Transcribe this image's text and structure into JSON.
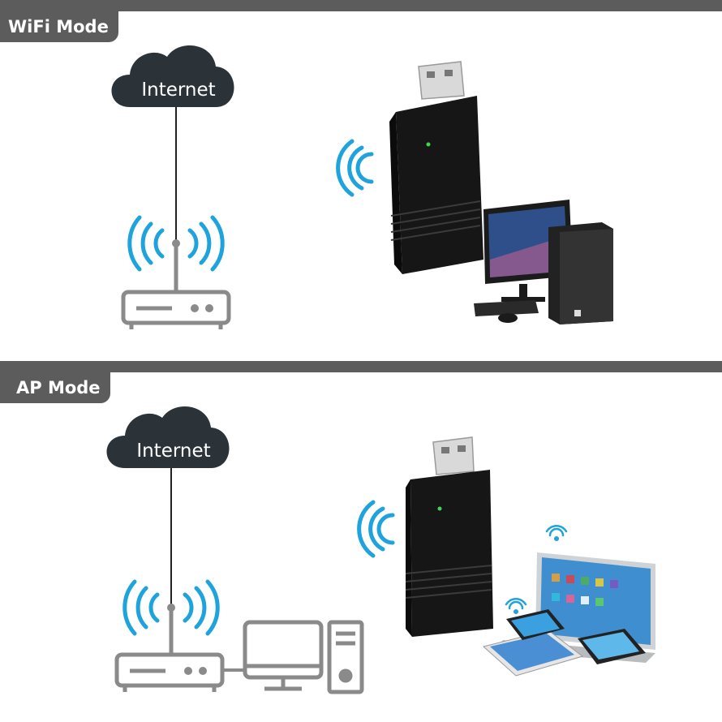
{
  "wifi_mode": {
    "title": "WiFi Mode",
    "cloud_label": "Internet"
  },
  "ap_mode": {
    "title": "AP Mode",
    "cloud_label": "Internet"
  },
  "colors": {
    "header_bar": "#5c5c5c",
    "cloud": "#2b3338",
    "signal_waves": "#1fa3dc",
    "device_outline": "#7b7b7b",
    "adapter_body": "#161616"
  },
  "icons": [
    "cloud-icon",
    "router-icon",
    "signal-waves-icon",
    "usb-adapter",
    "desktop-computer",
    "laptop",
    "tablet",
    "smartphone",
    "wifi-icon",
    "monitor-icon",
    "pc-tower-icon"
  ]
}
